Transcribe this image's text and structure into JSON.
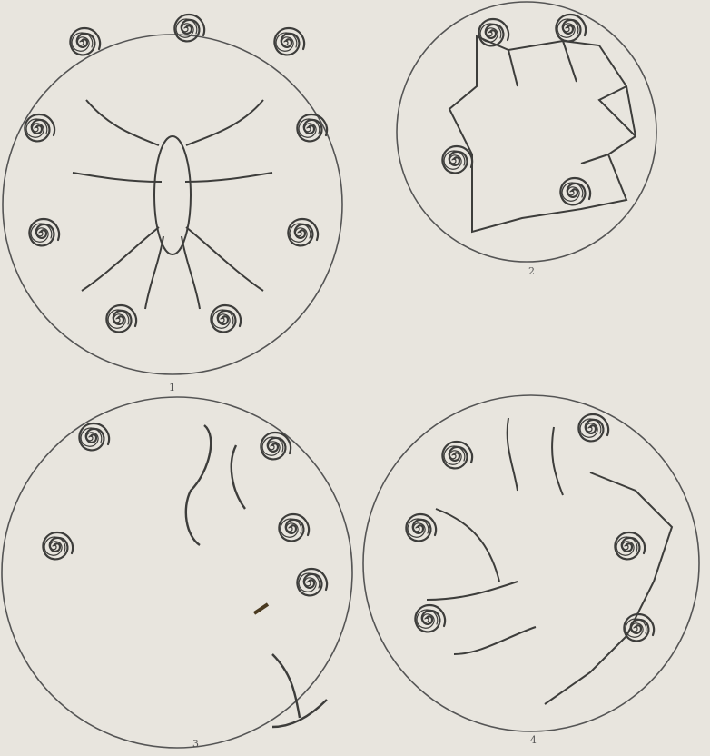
{
  "figures": [
    {
      "label": "1"
    },
    {
      "label": "2"
    },
    {
      "label": "3"
    },
    {
      "label": "4"
    }
  ],
  "colors": {
    "paper": "#e8e5de",
    "ink": "#4a4a48",
    "bleed_text": "#cfcac2"
  }
}
